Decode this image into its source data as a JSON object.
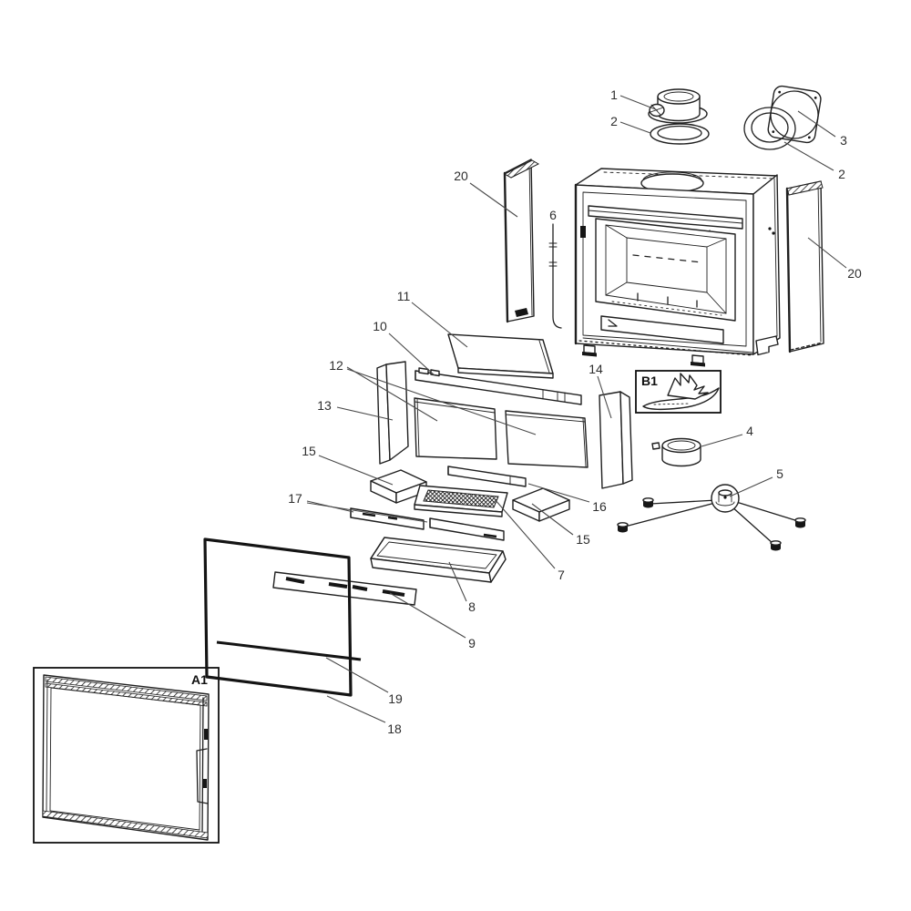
{
  "colors": {
    "background": "#ffffff",
    "line": "#1f1f1f",
    "label": "#2e2e2e"
  },
  "callouts": {
    "part1": "1",
    "part2_left": "2",
    "part3": "3",
    "part2_right": "2",
    "part20_left": "20",
    "part6": "6",
    "part20_right": "20",
    "part11": "11",
    "part10": "10",
    "part12": "12",
    "part13": "13",
    "part14": "14",
    "part4": "4",
    "part5": "5",
    "part15_left": "15",
    "part16": "16",
    "part15_right": "15",
    "part7": "7",
    "part17": "17",
    "part8": "8",
    "part9": "9",
    "part19": "19",
    "part18": "18"
  },
  "insets": {
    "a1": "A1",
    "b1": "B1"
  }
}
